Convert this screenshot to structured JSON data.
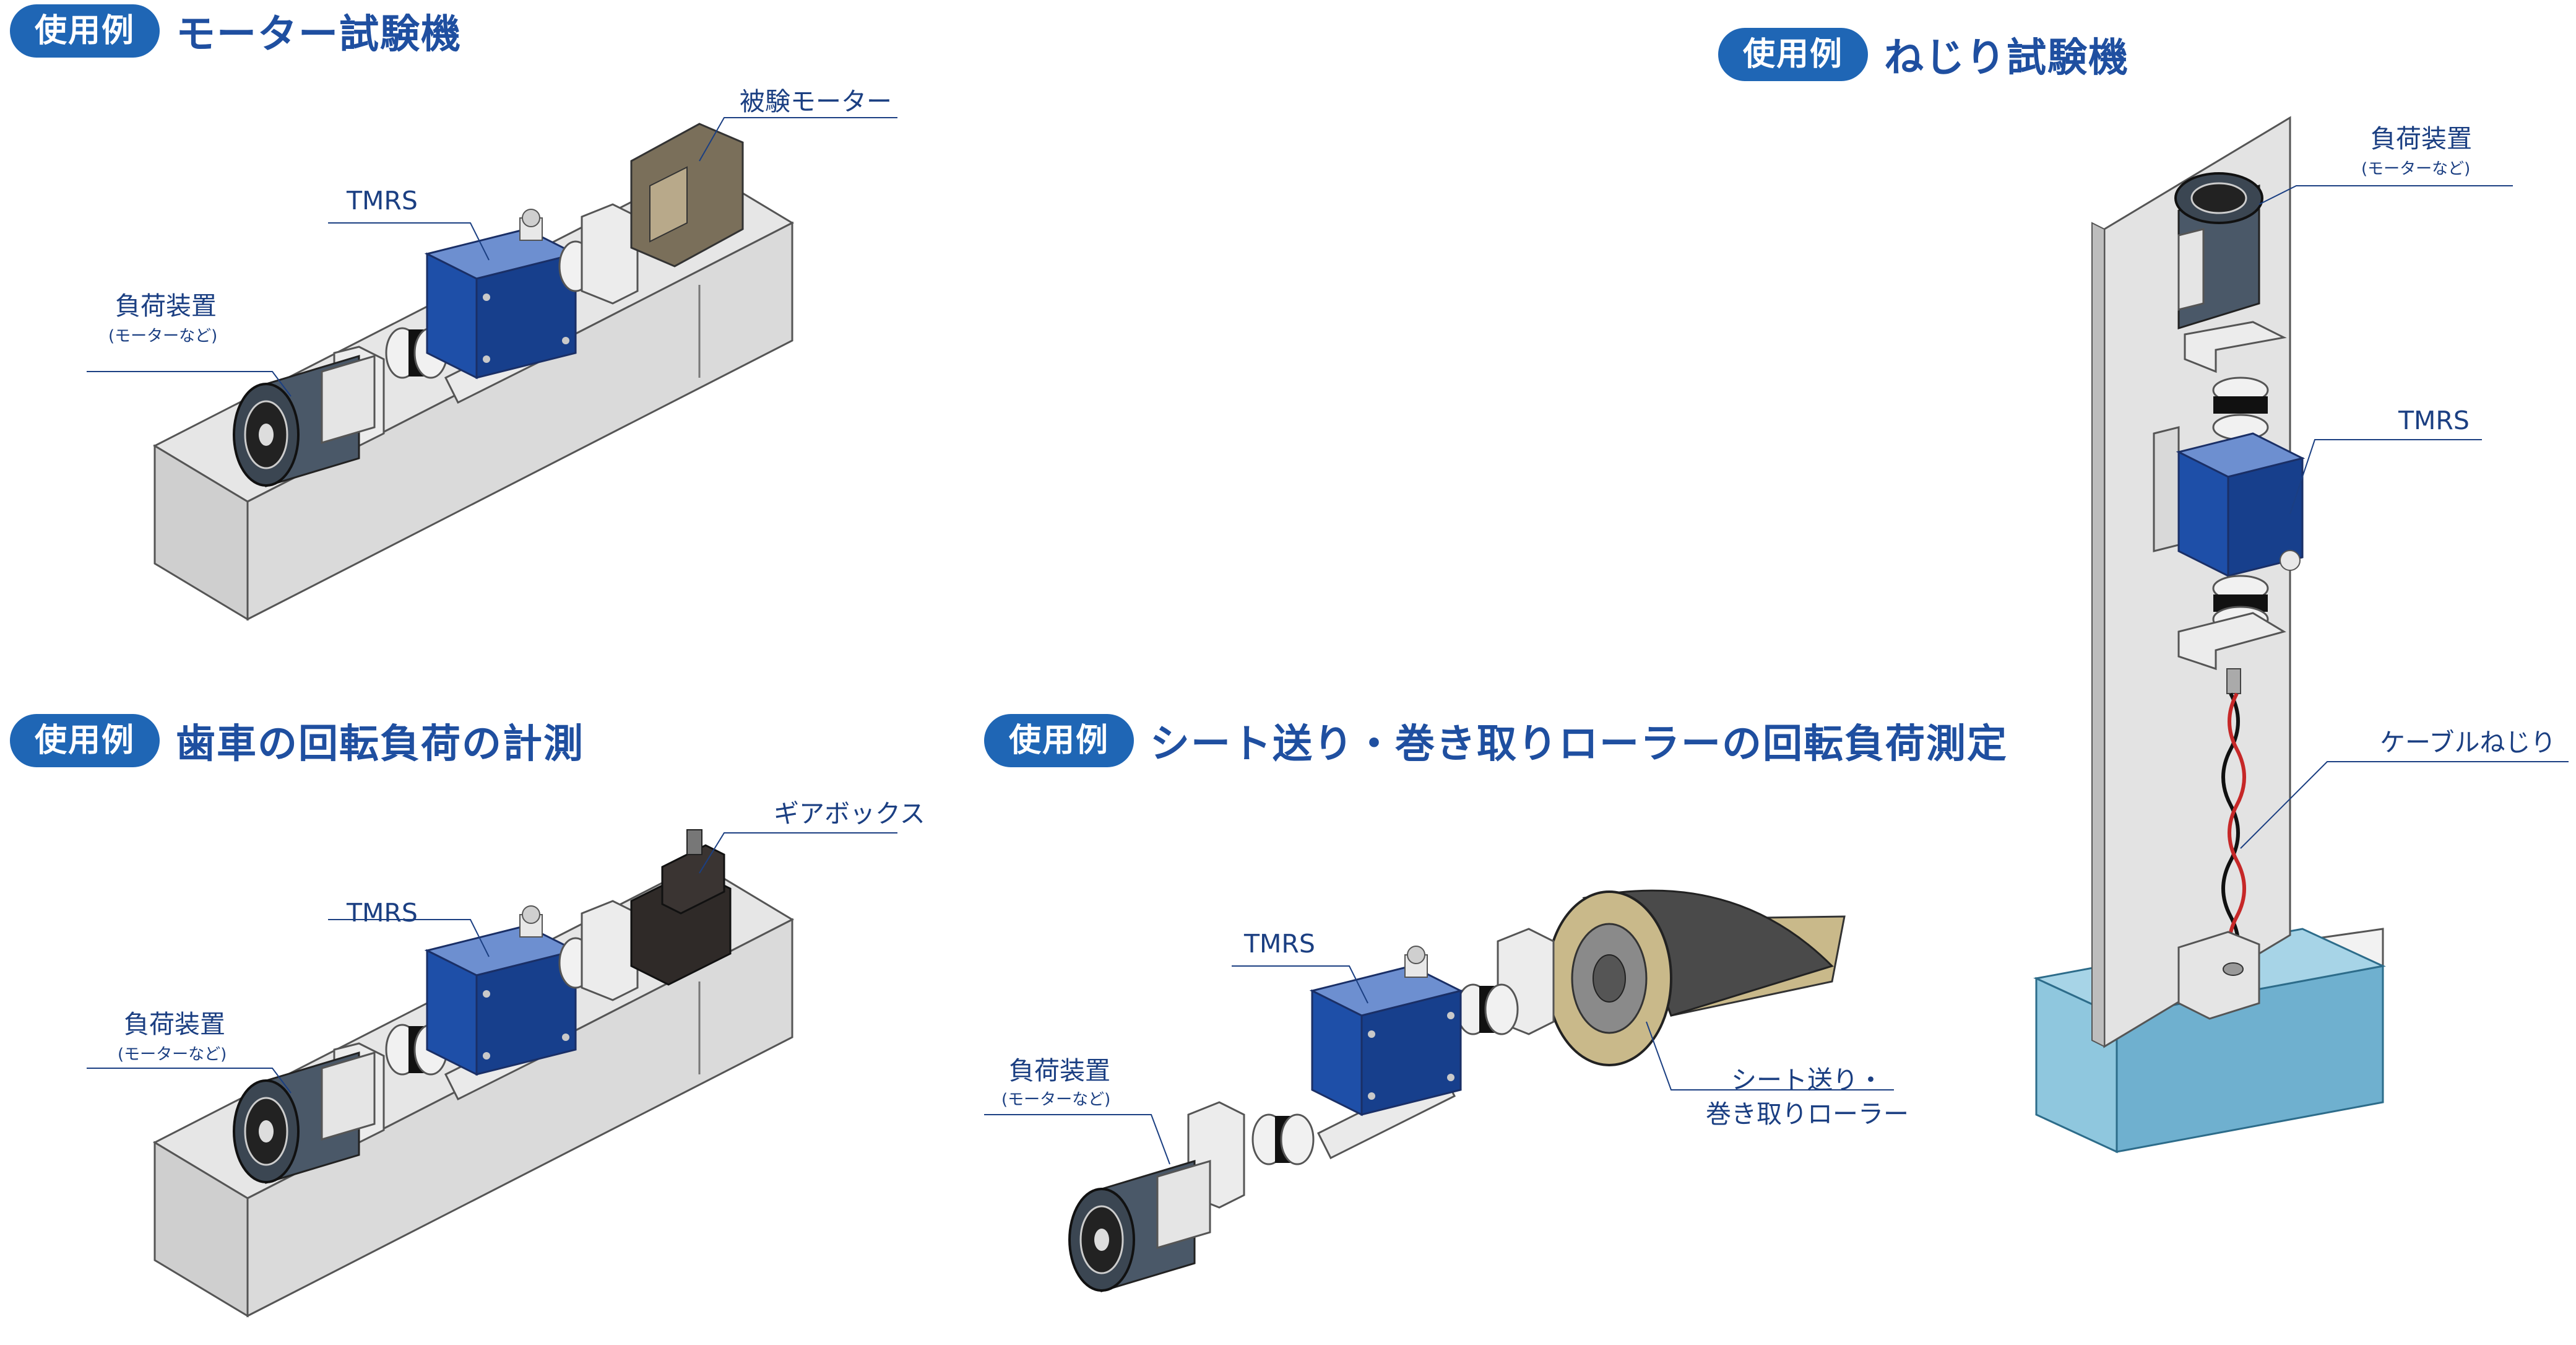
{
  "colors": {
    "accent": "#1f66b5",
    "title": "#1f4fa0",
    "label": "#1b3f82",
    "device_blue": "#1e4fa8",
    "base_gray": "#d9d9d9",
    "water_blue": "#7bbad8"
  },
  "sections": {
    "motor": {
      "badge": "使用例",
      "title": "モーター試験機",
      "labels": {
        "test_motor": "被験モーター",
        "tmrs": "TMRS",
        "load": "負荷装置",
        "load_sub": "(モーターなど)"
      }
    },
    "gear": {
      "badge": "使用例",
      "title": "歯車の回転負荷の計測",
      "labels": {
        "gearbox": "ギアボックス",
        "tmrs": "TMRS",
        "load": "負荷装置",
        "load_sub": "(モーターなど)"
      }
    },
    "sheet": {
      "badge": "使用例",
      "title": "シート送り・巻き取りローラーの回転負荷測定",
      "labels": {
        "tmrs": "TMRS",
        "load": "負荷装置",
        "load_sub": "(モーターなど)",
        "roller_1": "シート送り・",
        "roller_2": "巻き取りローラー"
      }
    },
    "torsion": {
      "badge": "使用例",
      "title": "ねじり試験機",
      "labels": {
        "load": "負荷装置",
        "load_sub": "(モーターなど)",
        "tmrs": "TMRS",
        "cable": "ケーブルねじり"
      }
    }
  }
}
